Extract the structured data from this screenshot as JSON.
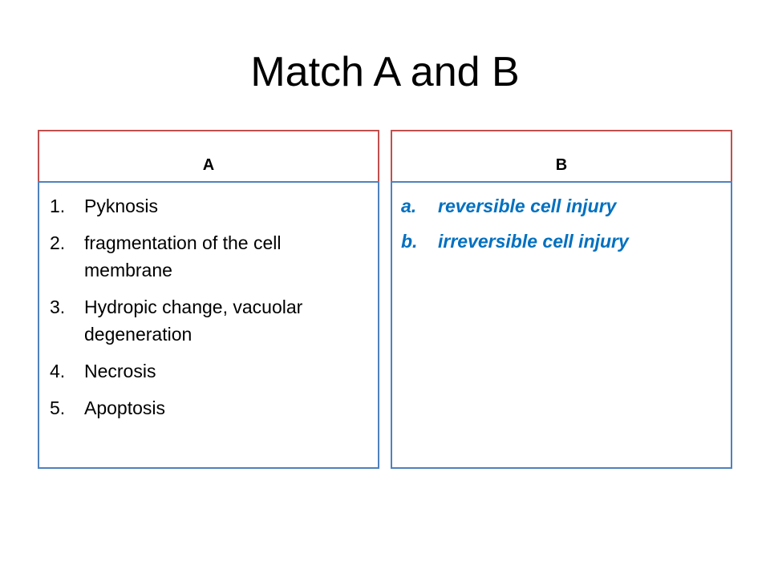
{
  "slide": {
    "title": "Match A and B"
  },
  "column_a": {
    "header": "A",
    "items": [
      {
        "marker": "1.",
        "text": "Pyknosis"
      },
      {
        "marker": "2.",
        "text": "fragmentation of the cell membrane"
      },
      {
        "marker": "3.",
        "text": "Hydropic change, vacuolar degeneration"
      },
      {
        "marker": "4.",
        "text": "Necrosis"
      },
      {
        "marker": "5.",
        "text": "Apoptosis"
      }
    ]
  },
  "column_b": {
    "header": "B",
    "items": [
      {
        "marker": "a.",
        "text": "reversible cell injury"
      },
      {
        "marker": "b.",
        "text": "irreversible cell injury"
      }
    ]
  },
  "colors": {
    "header_border": "#c0504d",
    "body_border": "#4f81bd",
    "answer_text": "#0070c0"
  }
}
